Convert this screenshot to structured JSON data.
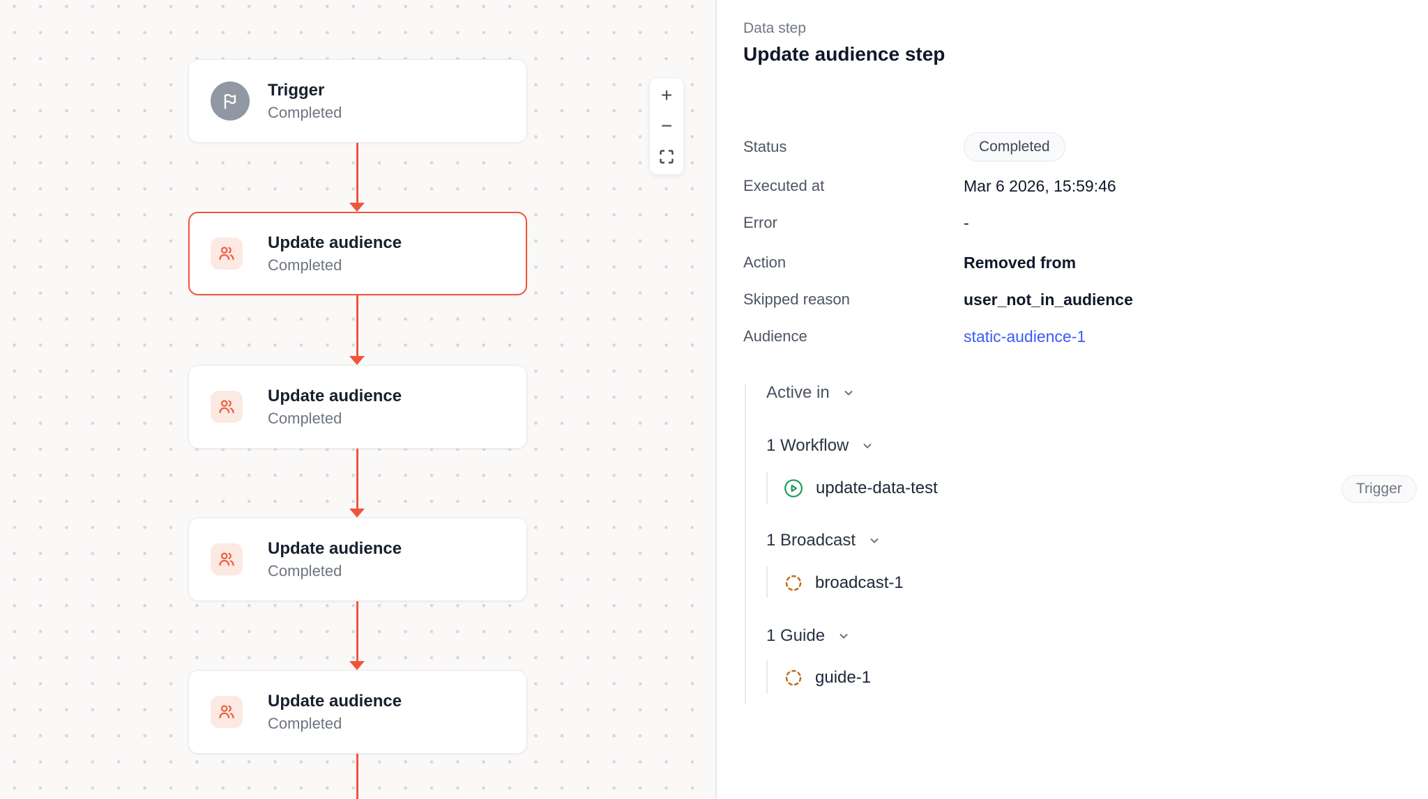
{
  "canvas": {
    "nodes": [
      {
        "title": "Trigger",
        "status": "Completed",
        "icon": "flag-icon"
      },
      {
        "title": "Update audience",
        "status": "Completed",
        "icon": "users-icon"
      },
      {
        "title": "Update audience",
        "status": "Completed",
        "icon": "users-icon"
      },
      {
        "title": "Update audience",
        "status": "Completed",
        "icon": "users-icon"
      },
      {
        "title": "Update audience",
        "status": "Completed",
        "icon": "users-icon"
      }
    ],
    "controls": {
      "zoom_in_label": "+",
      "zoom_out_label": "−"
    }
  },
  "panel": {
    "eyebrow": "Data step",
    "title": "Update audience step",
    "fields": [
      {
        "label": "Status",
        "value": "Completed"
      },
      {
        "label": "Executed at",
        "value": "Mar 6 2026, 15:59:46"
      },
      {
        "label": "Error",
        "value": "-"
      },
      {
        "label": "Action",
        "value": "Removed from"
      },
      {
        "label": "Skipped reason",
        "value": "user_not_in_audience"
      },
      {
        "label": "Audience",
        "value": "static-audience-1"
      }
    ],
    "active_in": {
      "label": "Active in",
      "groups": [
        {
          "label": "1 Workflow",
          "items": [
            {
              "name": "update-data-test",
              "icon": "play-circle-icon",
              "badge": "Trigger"
            }
          ]
        },
        {
          "label": "1 Broadcast",
          "items": [
            {
              "name": "broadcast-1",
              "icon": "dashed-circle-icon"
            }
          ]
        },
        {
          "label": "1 Guide",
          "items": [
            {
              "name": "guide-1",
              "icon": "dashed-circle-icon"
            }
          ]
        }
      ]
    }
  },
  "colors": {
    "accent_orange": "#F1543C",
    "link_blue": "#3D5BF5",
    "workflow_green": "#149C53",
    "broadcast_amber": "#BA6A12",
    "canvas_bg": "#FAF9F7"
  }
}
